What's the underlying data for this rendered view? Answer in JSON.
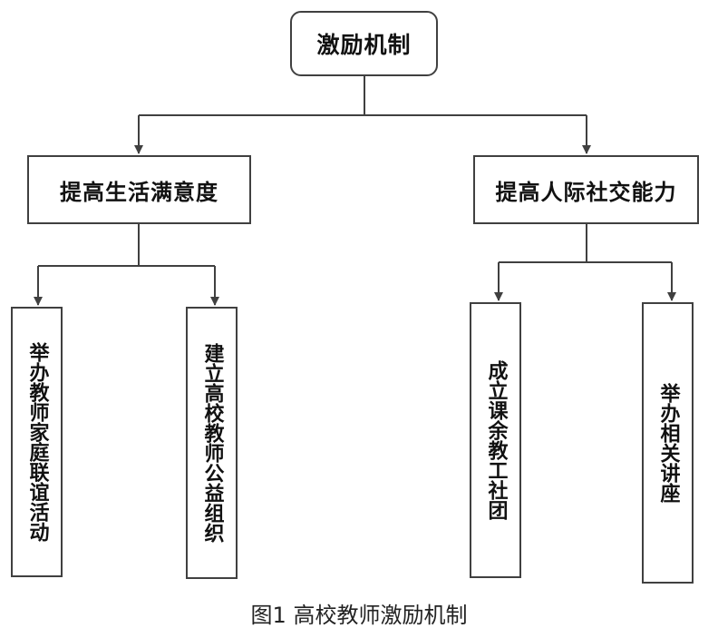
{
  "diagram": {
    "root": "激励机制",
    "branches": [
      {
        "label": "提高生活满意度",
        "children": [
          "举办教师家庭联谊活动",
          "建立高校教师公益组织"
        ]
      },
      {
        "label": "提高人际社交能力",
        "children": [
          "成立课余教工社团",
          "举办相关讲座"
        ]
      }
    ],
    "caption": "图1  高校教师激励机制"
  },
  "colors": {
    "line": "#404040",
    "text": "#111111"
  }
}
